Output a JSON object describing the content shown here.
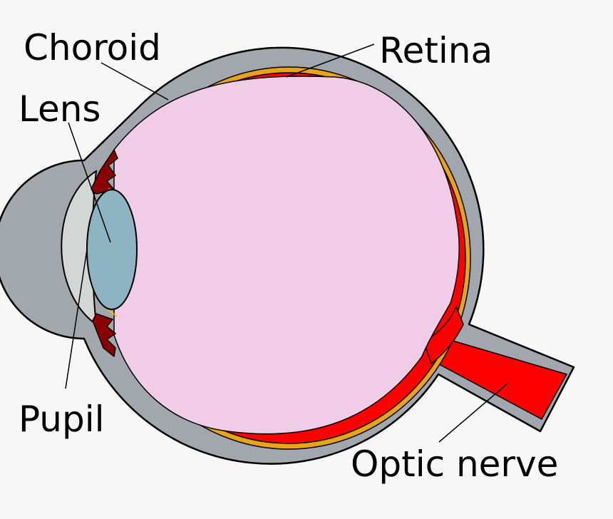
{
  "labels": {
    "choroid": "Choroid",
    "retina": "Retina",
    "lens": "Lens",
    "pupil": "Pupil",
    "optic_nerve": "Optic nerve"
  },
  "colors": {
    "background": "#f7f7f7",
    "sclera": "#a2a7ae",
    "choroid": "#e8a317",
    "retina": "#ff0000",
    "vitreous": "#f0cce6",
    "cornea": "#d4d6d5",
    "lens": "#8eb3c2",
    "iris": "#8b0000",
    "outline": "#000000"
  }
}
